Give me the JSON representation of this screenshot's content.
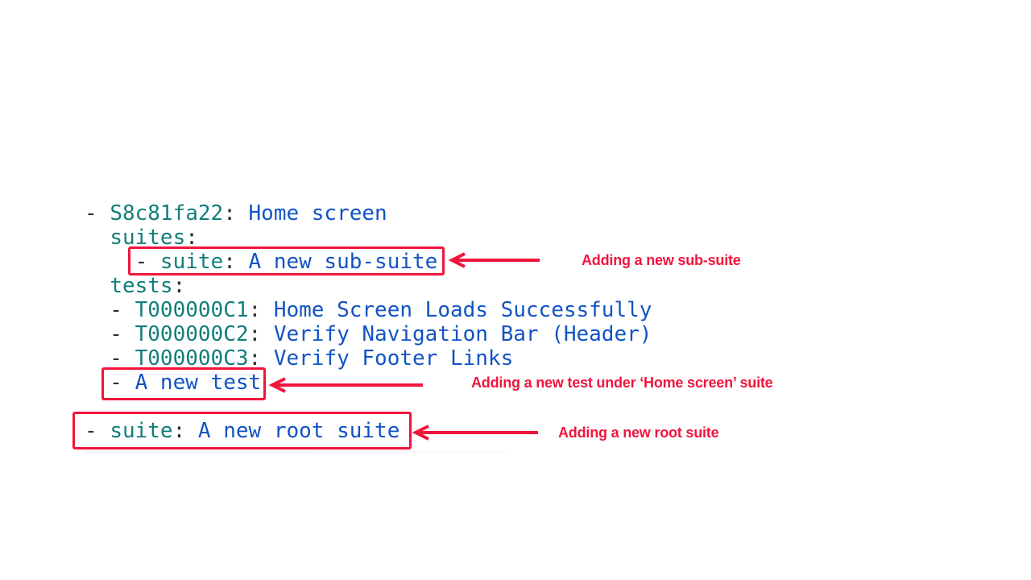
{
  "colors": {
    "key": "#117e7a",
    "value": "#1153c4",
    "punct": "#2d2d2d",
    "accent_red": "#f2143c",
    "background": "#ffffff"
  },
  "code": {
    "language": "yaml",
    "lines": [
      {
        "segments": [
          {
            "t": "- ",
            "c": "punct"
          },
          {
            "t": "S8c81fa22",
            "c": "key"
          },
          {
            "t": ":",
            "c": "punct"
          },
          {
            "t": " Home screen",
            "c": "value"
          }
        ]
      },
      {
        "segments": [
          {
            "t": "  ",
            "c": "punct"
          },
          {
            "t": "suites",
            "c": "key"
          },
          {
            "t": ":",
            "c": "punct"
          }
        ]
      },
      {
        "segments": [
          {
            "t": "    - ",
            "c": "punct"
          },
          {
            "t": "suite",
            "c": "key"
          },
          {
            "t": ":",
            "c": "punct"
          },
          {
            "t": " A new sub-suite",
            "c": "value"
          }
        ],
        "highlight": "sub-suite"
      },
      {
        "segments": [
          {
            "t": "  ",
            "c": "punct"
          },
          {
            "t": "tests",
            "c": "key"
          },
          {
            "t": ":",
            "c": "punct"
          }
        ]
      },
      {
        "segments": [
          {
            "t": "  - ",
            "c": "punct"
          },
          {
            "t": "T000000C1",
            "c": "key"
          },
          {
            "t": ":",
            "c": "punct"
          },
          {
            "t": " Home Screen Loads Successfully",
            "c": "value"
          }
        ]
      },
      {
        "segments": [
          {
            "t": "  - ",
            "c": "punct"
          },
          {
            "t": "T000000C2",
            "c": "key"
          },
          {
            "t": ":",
            "c": "punct"
          },
          {
            "t": " Verify Navigation Bar (Header)",
            "c": "value"
          }
        ]
      },
      {
        "segments": [
          {
            "t": "  - ",
            "c": "punct"
          },
          {
            "t": "T000000C3",
            "c": "key"
          },
          {
            "t": ":",
            "c": "punct"
          },
          {
            "t": " Verify Footer Links",
            "c": "value"
          }
        ]
      },
      {
        "segments": [
          {
            "t": "  - ",
            "c": "punct"
          },
          {
            "t": "A new test",
            "c": "value"
          }
        ],
        "highlight": "new-test"
      },
      {
        "segments": []
      },
      {
        "segments": [
          {
            "t": "- ",
            "c": "punct"
          },
          {
            "t": "suite",
            "c": "key"
          },
          {
            "t": ":",
            "c": "punct"
          },
          {
            "t": " A new root suite",
            "c": "value"
          }
        ],
        "highlight": "root-suite"
      }
    ]
  },
  "annotations": [
    {
      "id": "sub-suite",
      "label": "Adding a new sub-suite"
    },
    {
      "id": "new-test",
      "label": "Adding a new test under ‘Home screen’ suite"
    },
    {
      "id": "root-suite",
      "label": "Adding a new root suite"
    }
  ]
}
